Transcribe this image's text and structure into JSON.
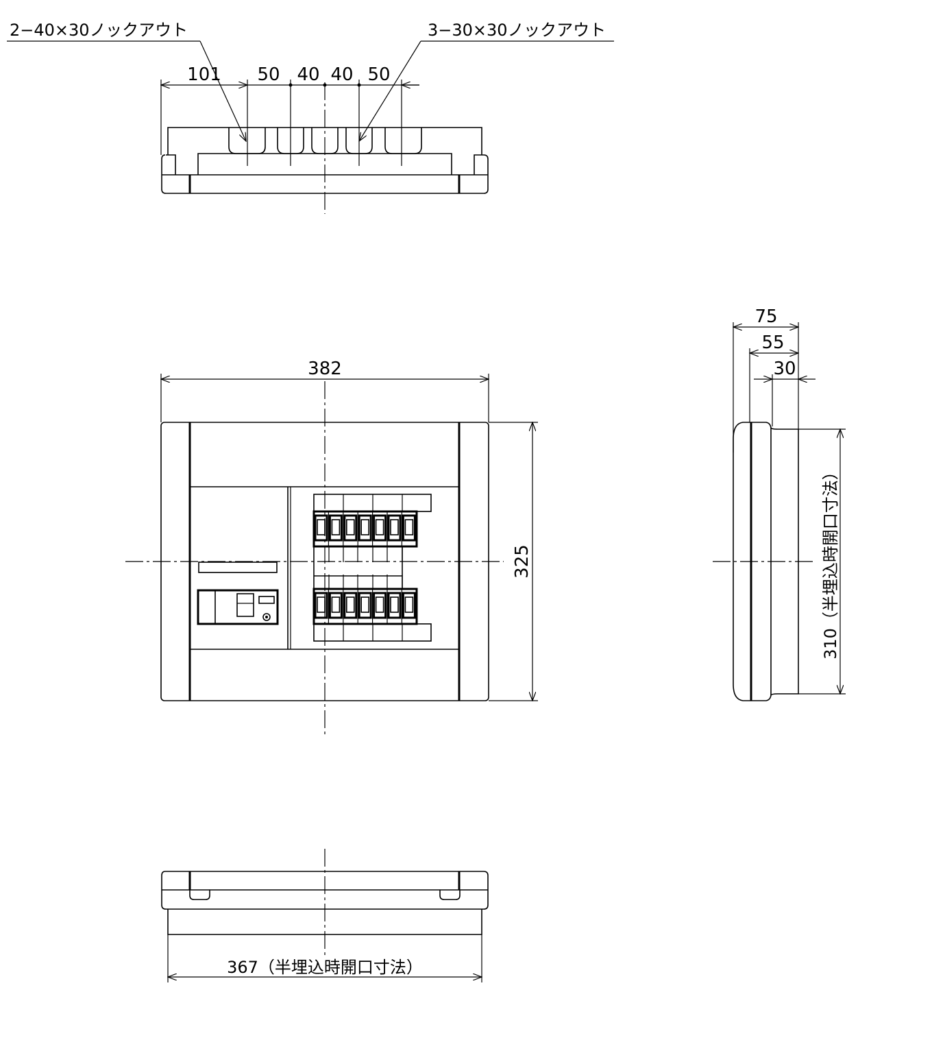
{
  "top_view": {
    "knockout_left_label": "2−40×30ノックアウト",
    "knockout_right_label": "3−30×30ノックアウト",
    "dim_left": "101",
    "dim_1": "50",
    "dim_2": "40",
    "dim_3": "40",
    "dim_4": "50"
  },
  "front_view": {
    "width_label": "382",
    "height_label": "325"
  },
  "side_view": {
    "depth_total": "75",
    "depth_mid": "55",
    "depth_front": "30",
    "opening_height": "310（半埋込時開口寸法）"
  },
  "bottom_view": {
    "opening_width": "367（半埋込時開口寸法）"
  }
}
